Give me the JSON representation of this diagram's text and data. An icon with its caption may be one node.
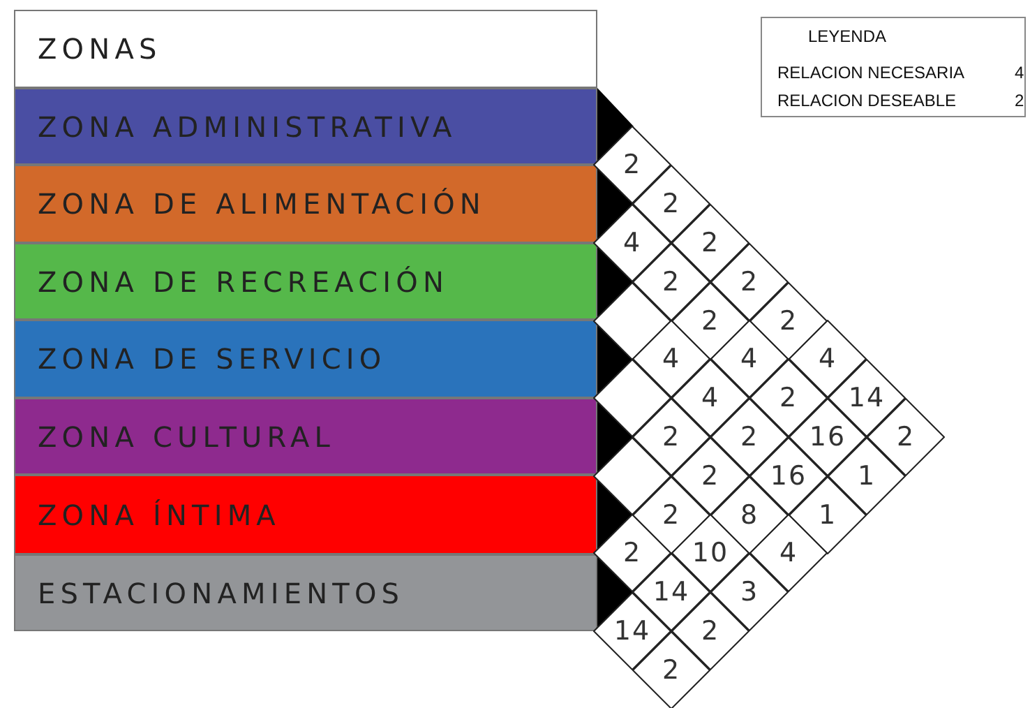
{
  "diagram": {
    "nodes": [
      {
        "text": [
          "ZONAS"
        ]
      },
      {
        "text": [
          "ZONA ADMINISTRATIVA"
        ]
      },
      {
        "text": [
          "ZONA DE ALIMENTACIÓN"
        ]
      },
      {
        "text": [
          "ZONA DE RECREACIÓN"
        ]
      },
      {
        "text": [
          "ZONA DE SERVICIO"
        ]
      },
      {
        "text": [
          "ZONA CULTURAL"
        ]
      },
      {
        "text": [
          "ZONA ÍNTIMA"
        ]
      },
      {
        "text": [
          "ESTACIONAMIENTOS"
        ]
      },
      {
        "text": [
          "2"
        ]
      },
      {
        "text": [
          "2"
        ]
      },
      {
        "text": [
          "4"
        ]
      },
      {
        "text": [
          "2"
        ]
      },
      {
        "text": [
          "2"
        ]
      },
      {
        "text": [
          "2"
        ]
      },
      {
        "text": [],
        "shape": "diamond"
      },
      {
        "text": [
          "2"
        ]
      },
      {
        "text": [
          "2"
        ]
      },
      {
        "text": [
          "4"
        ]
      },
      {
        "text": [
          "4"
        ]
      },
      {
        "text": [
          "4"
        ]
      },
      {
        "text": [],
        "shape": "diamond"
      },
      {
        "text": [
          "4"
        ]
      },
      {
        "text": [
          "2"
        ]
      },
      {
        "text": [
          "14"
        ]
      },
      {
        "text": [
          "2"
        ]
      },
      {
        "text": [
          "2"
        ]
      },
      {
        "text": [
          "16"
        ]
      },
      {
        "text": [
          "2"
        ]
      },
      {
        "text": [],
        "shape": "diamond"
      },
      {
        "text": [
          "2"
        ]
      },
      {
        "text": [
          "16"
        ]
      },
      {
        "text": [
          "1"
        ]
      },
      {
        "text": [
          "2"
        ]
      },
      {
        "text": [
          "8"
        ]
      },
      {
        "text": [
          "1"
        ]
      },
      {
        "text": [
          "2"
        ]
      },
      {
        "text": [
          "10"
        ]
      },
      {
        "text": [
          "4"
        ]
      },
      {
        "text": [
          "14"
        ]
      },
      {
        "text": [
          "3"
        ]
      },
      {
        "text": [
          "14"
        ]
      },
      {
        "text": [
          "2"
        ]
      },
      {
        "text": [
          "2"
        ]
      }
    ],
    "labels": [
      "LEYENDA",
      "RELACION NECESARIA",
      "4",
      "RELACION DESEABLE",
      "2"
    ]
  }
}
